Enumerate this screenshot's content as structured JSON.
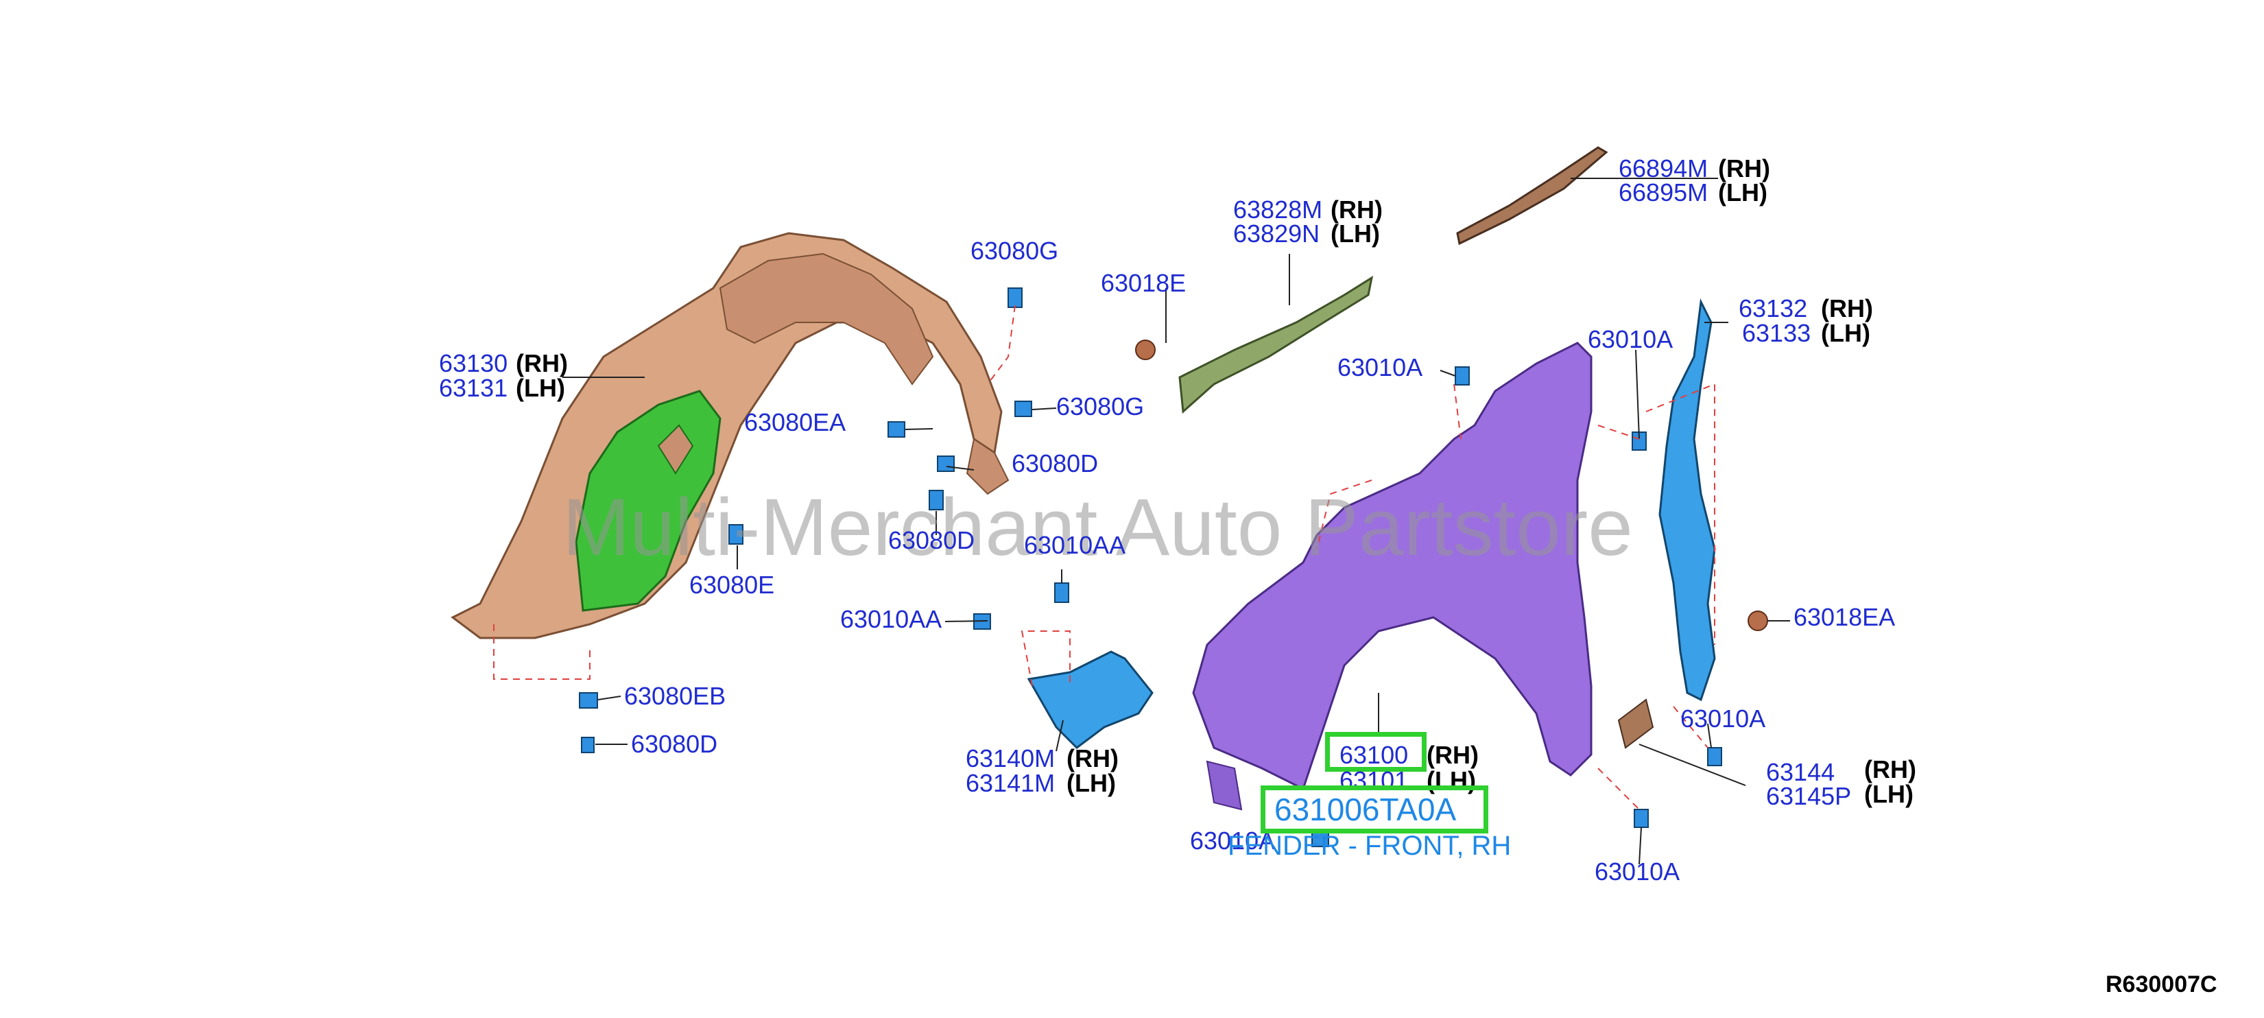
{
  "watermark": "Multi-Merchant Auto Partstore",
  "ref_code": "R630007C",
  "highlight": {
    "part_number": "631006TA0A",
    "description": "FENDER - FRONT, RH"
  },
  "labels": {
    "p63130": "63130",
    "p63130_side": "(RH)",
    "p63131": "63131",
    "p63131_side": "(LH)",
    "p63080G_a": "63080G",
    "p63080G_b": "63080G",
    "p63080EA": "63080EA",
    "p63080D_a": "63080D",
    "p63080D_b": "63080D",
    "p63080D_c": "63080D",
    "p63080E": "63080E",
    "p63080EB": "63080EB",
    "p63010AA_a": "63010AA",
    "p63010AA_b": "63010AA",
    "p63140M": "63140M",
    "p63140M_side": "(RH)",
    "p63141M": "63141M",
    "p63141M_side": "(LH)",
    "p63018E": "63018E",
    "p63828M": "63828M",
    "p63828M_side": "(RH)",
    "p63829N": "63829N",
    "p63829N_side": "(LH)",
    "p66894M": "66894M",
    "p66894M_side": "(RH)",
    "p66895M": "66895M",
    "p66895M_side": "(LH)",
    "p63010A_a": "63010A",
    "p63010A_b": "63010A",
    "p63010A_c": "63010A",
    "p63010A_d": "63010A",
    "p63010A_e": "63010A",
    "p63132": "63132",
    "p63132_side": "(RH)",
    "p63133": "63133",
    "p63133_side": "(LH)",
    "p63018EA": "63018EA",
    "p63144": "63144",
    "p63144_side": "(RH)",
    "p63145P": "63145P",
    "p63145P_side": "(LH)",
    "p63100": "63100",
    "p63100_side": "(RH)",
    "p63101": "63101",
    "p63101_side": "(LH)"
  },
  "colors": {
    "liner_brown": "#d9a583",
    "liner_green": "#3fc03a",
    "seal_olive": "#8fa86a",
    "fender_purple": "#9b6fe0",
    "bracket_blue": "#3aa0e8",
    "label_blue": "#1f2bd0",
    "highlight_green": "#2fd02f",
    "leader_red": "#e04040"
  }
}
